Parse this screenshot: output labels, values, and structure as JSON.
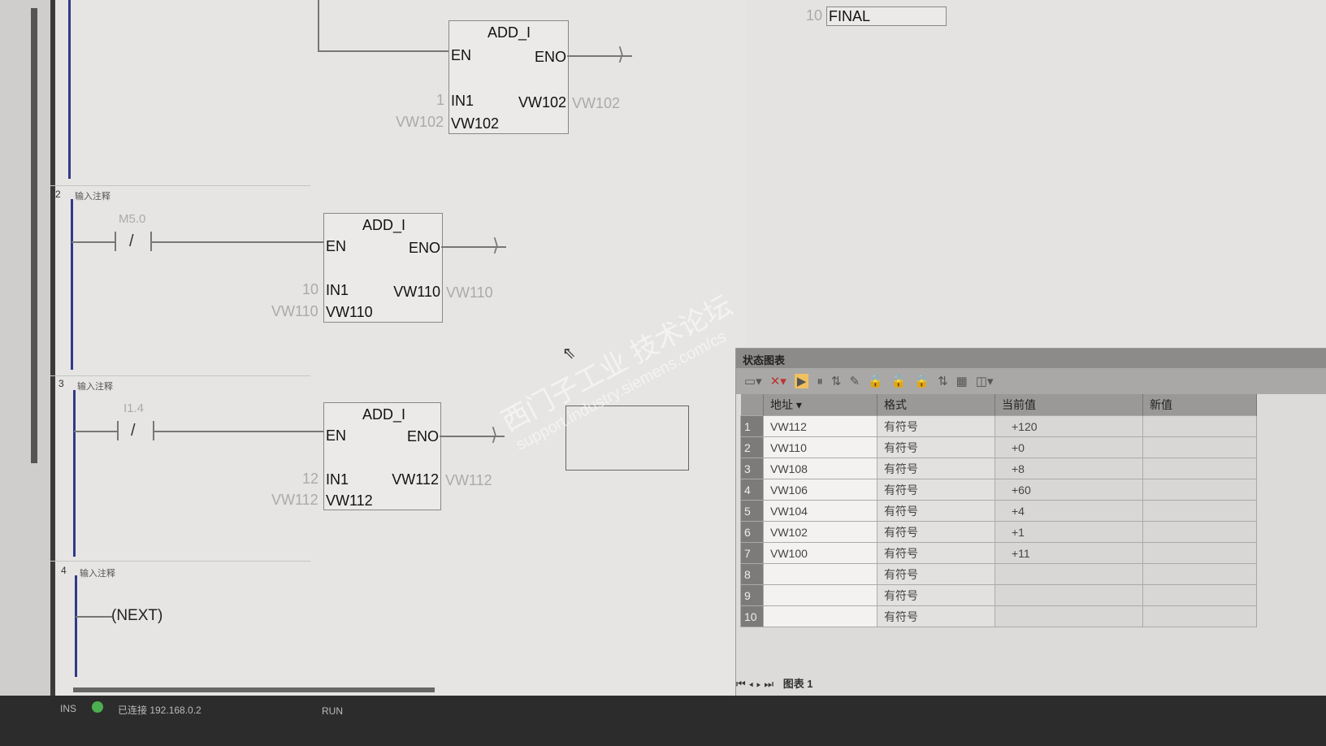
{
  "network1": {
    "block": "ADD_I",
    "en": "EN",
    "eno": "ENO",
    "in1_label": "IN1",
    "in1_val": "1",
    "in2": "VW102",
    "in2_ext": "VW102",
    "out": "VW102",
    "out_ext": "VW102"
  },
  "final_box": {
    "num": "10",
    "label": "FINAL"
  },
  "network2": {
    "num": "2",
    "comment": "输入注释",
    "contact": "M5.0",
    "contact_sym": "/",
    "block": "ADD_I",
    "en": "EN",
    "eno": "ENO",
    "in1_label": "IN1",
    "in1_val": "10",
    "in2": "VW110",
    "in2_ext": "VW110",
    "out": "VW110",
    "out_ext": "VW110"
  },
  "network3": {
    "num": "3",
    "comment": "输入注释",
    "contact": "I1.4",
    "contact_sym": "/",
    "block": "ADD_I",
    "en": "EN",
    "eno": "ENO",
    "in1_label": "IN1",
    "in1_val": "12",
    "in2": "VW112",
    "in2_ext": "VW112",
    "out": "VW112",
    "out_ext": "VW112"
  },
  "network4": {
    "num": "4",
    "comment": "输入注释",
    "coil": "(NEXT)"
  },
  "watermark": {
    "line1": "西门子工业 技术论坛",
    "line2": "support.industry.siemens.com/cs"
  },
  "status_chart": {
    "title": "状态图表",
    "headers": [
      "地址",
      "格式",
      "当前值",
      "新值"
    ],
    "rows": [
      {
        "n": "1",
        "addr": "VW112",
        "fmt": "有符号",
        "cur": "+120",
        "new": ""
      },
      {
        "n": "2",
        "addr": "VW110",
        "fmt": "有符号",
        "cur": "+0",
        "new": ""
      },
      {
        "n": "3",
        "addr": "VW108",
        "fmt": "有符号",
        "cur": "+8",
        "new": ""
      },
      {
        "n": "4",
        "addr": "VW106",
        "fmt": "有符号",
        "cur": "+60",
        "new": ""
      },
      {
        "n": "5",
        "addr": "VW104",
        "fmt": "有符号",
        "cur": "+4",
        "new": ""
      },
      {
        "n": "6",
        "addr": "VW102",
        "fmt": "有符号",
        "cur": "+1",
        "new": ""
      },
      {
        "n": "7",
        "addr": "VW100",
        "fmt": "有符号",
        "cur": "+11",
        "new": ""
      },
      {
        "n": "8",
        "addr": "",
        "fmt": "有符号",
        "cur": "",
        "new": ""
      },
      {
        "n": "9",
        "addr": "",
        "fmt": "有符号",
        "cur": "",
        "new": ""
      },
      {
        "n": "10",
        "addr": "",
        "fmt": "有符号",
        "cur": "",
        "new": ""
      }
    ],
    "tab": "图表 1"
  },
  "statusbar": {
    "mode": "INS",
    "connection": "已连接 192.168.0.2",
    "run": "RUN"
  }
}
